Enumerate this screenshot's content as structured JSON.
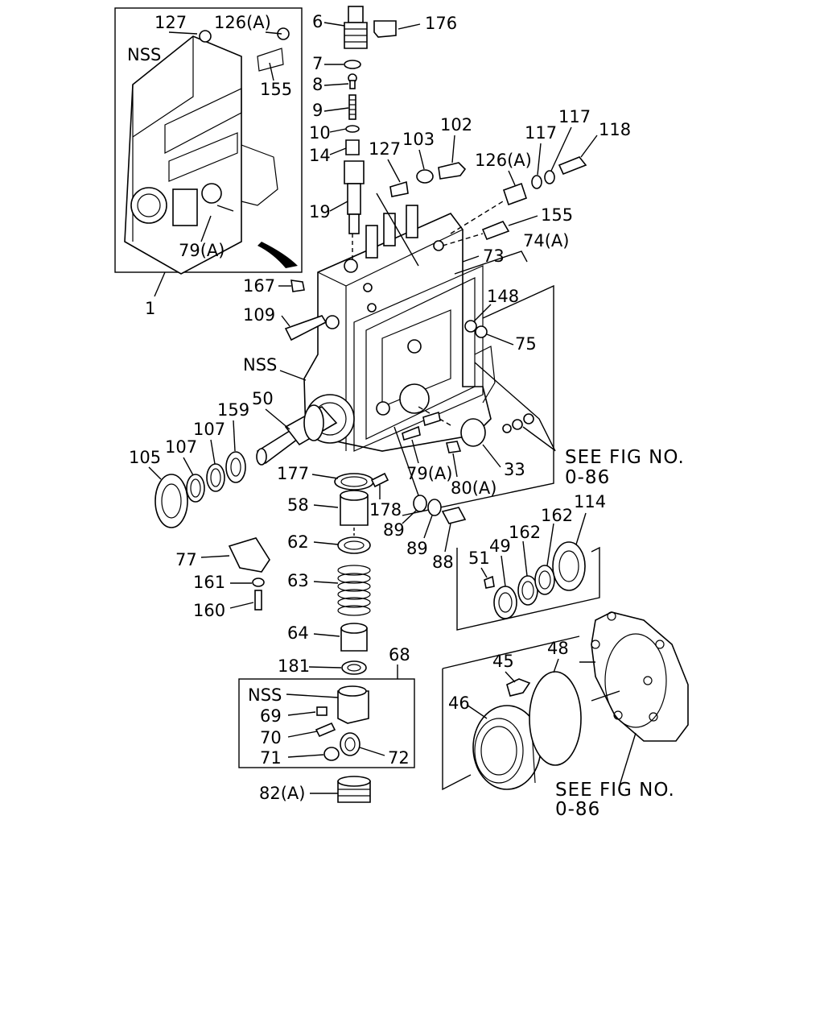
{
  "labels": {
    "l_127_top": "127",
    "l_126a_top": "126(A)",
    "l_nss_top": "NSS",
    "l_155_top": "155",
    "l_79a_top": "79(A)",
    "l_1": "1",
    "l_6": "6",
    "l_176": "176",
    "l_7": "7",
    "l_8": "8",
    "l_9": "9",
    "l_10": "10",
    "l_14": "14",
    "l_19": "19",
    "l_127": "127",
    "l_103": "103",
    "l_102": "102",
    "l_126a": "126(A)",
    "l_117a": "117",
    "l_117b": "117",
    "l_118": "118",
    "l_155": "155",
    "l_74a": "74(A)",
    "l_73": "73",
    "l_167": "167",
    "l_109": "109",
    "l_148": "148",
    "l_75": "75",
    "l_nss_mid": "NSS",
    "l_50": "50",
    "l_159": "159",
    "l_107a": "107",
    "l_107b": "107",
    "l_105": "105",
    "l_33": "33",
    "l_79a": "79(A)",
    "l_80a": "80(A)",
    "l_177": "177",
    "l_178": "178",
    "l_58": "58",
    "l_89a": "89",
    "l_89b": "89",
    "l_88": "88",
    "l_62": "62",
    "l_77": "77",
    "l_161": "161",
    "l_160": "160",
    "l_63": "63",
    "l_64": "64",
    "l_181": "181",
    "l_68": "68",
    "l_nss_bot": "NSS",
    "l_69": "69",
    "l_70": "70",
    "l_71": "71",
    "l_72": "72",
    "l_82a": "82(A)",
    "l_51": "51",
    "l_49": "49",
    "l_162a": "162",
    "l_162b": "162",
    "l_114": "114",
    "l_45": "45",
    "l_48": "48",
    "l_46": "46"
  },
  "references": {
    "ref1_line1": "SEE FIG NO.",
    "ref1_line2": "0-86",
    "ref2_line1": "SEE FIG NO.",
    "ref2_line2": "0-86"
  }
}
